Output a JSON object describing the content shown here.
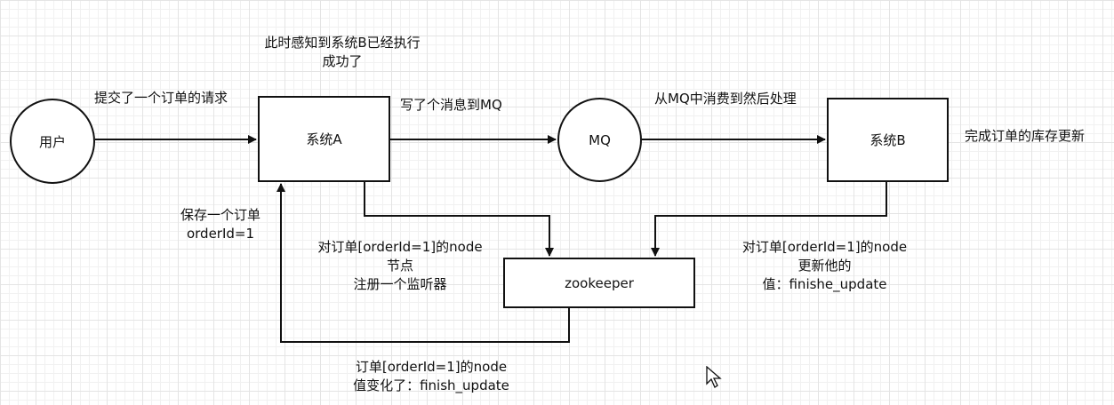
{
  "nodes": {
    "user": "用户",
    "system_a": "系统A",
    "mq": "MQ",
    "system_b": "系统B",
    "zookeeper": "zookeeper"
  },
  "labels": {
    "submit_order": "提交了一个订单的请求",
    "perceived_line1": "此时感知到系统B已经执行",
    "perceived_line2": "成功了",
    "write_mq": "写了个消息到MQ",
    "consume_mq": "从MQ中消费到然后处理",
    "complete_stock": "完成订单的库存更新",
    "save_order_line1": "保存一个订单",
    "save_order_line2": "orderId=1",
    "register_line1": "对订单[orderId=1]的node",
    "register_line2": "节点",
    "register_line3": "注册一个监听器",
    "update_line1": "对订单[orderId=1]的node",
    "update_line2": "更新他的",
    "update_line3": "值：finishe_update",
    "changed_line1": "订单[orderId=1]的node",
    "changed_line2": "值变化了：finish_update"
  }
}
